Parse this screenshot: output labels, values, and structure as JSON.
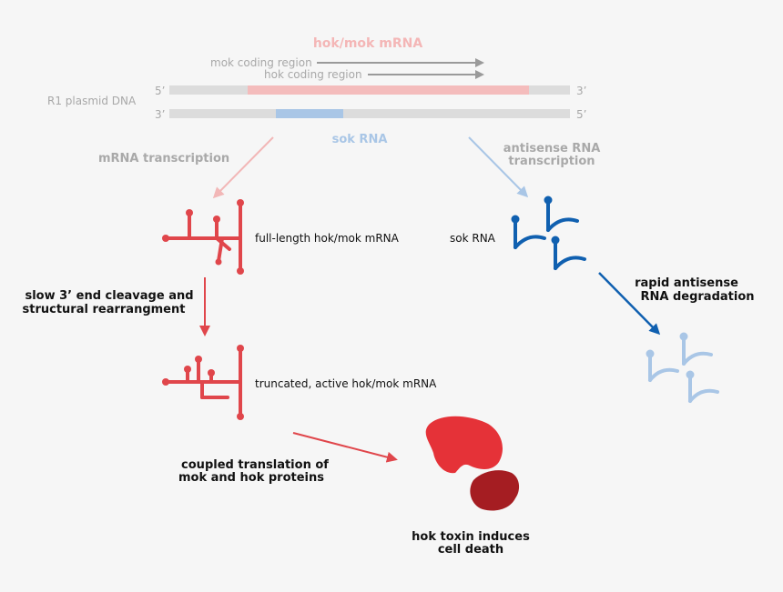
{
  "labels": {
    "hok_mok_mrna_title": "hok/mok mRNA",
    "mok_coding_region": "mok coding region",
    "hok_coding_region": "hok coding region",
    "r1_plasmid_dna": "R1 plasmid DNA",
    "five_prime_top": "5’",
    "three_prime_top": "3’",
    "three_prime_bottom": "3’",
    "five_prime_bottom": "5’",
    "sok_rna_title": "sok RNA",
    "mrna_transcription": "mRNA transcription",
    "antisense_line1": "antisense RNA",
    "antisense_line2": "transcription",
    "full_length": "full-length hok/mok mRNA",
    "sok_rna_small": "sok RNA",
    "slow_line1": "slow 3’ end cleavage and",
    "slow_line2": "structural rearrangment",
    "rapid_line1": "rapid antisense",
    "rapid_line2": "RNA degradation",
    "truncated": "truncated, active hok/mok mRNA",
    "coupled_line1": "coupled translation of",
    "coupled_line2": "mok and hok proteins",
    "toxin_line1": "hok toxin induces",
    "toxin_line2": "cell death"
  },
  "colors": {
    "background": "#f6f6f6",
    "mrna_pink": "#f4b9b9",
    "dna_gray": "#dcdcdc",
    "sok_light_blue": "#a9c6e6",
    "hok_red": "#e0464b",
    "sok_blue": "#1060b0",
    "toxin_red": "#e53238",
    "toxin_dark": "#a51d22",
    "arrow_gray": "#a0a0a0"
  }
}
